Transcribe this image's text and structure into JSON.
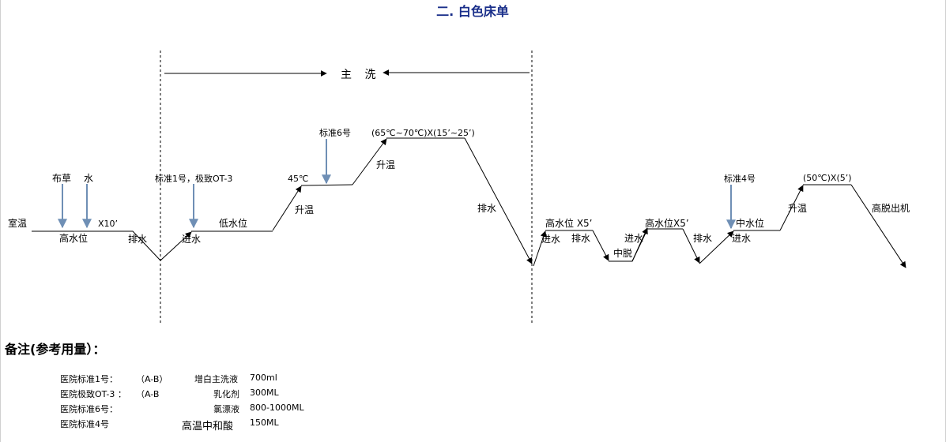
{
  "title": "二. 白色床单",
  "main_wash": "主 洗",
  "labels": {
    "room_temp": "室温",
    "linen": "布草",
    "water": "水",
    "x10": "X10’",
    "high_level_1": "高水位",
    "drain_1": "排水",
    "std1": "标准1号，极致OT-3",
    "fill_1": "进水",
    "low_level": "低水位",
    "heat_1": "升温",
    "t45": "45℃",
    "std6": "标准6号",
    "heat_2": "升温",
    "temp_range": "(65℃~70℃)X(15’~25’)",
    "drain_2": "排水",
    "high_x5_1": "高水位 X5’",
    "fill_2": "进水",
    "drain_3": "排水",
    "mid_spin": "中脱",
    "fill_3": "进水",
    "high_x5_2": "高水位X5’",
    "drain_4": "排水",
    "std4": "标准4号",
    "mid_level": "中水位",
    "fill_4": "进水",
    "heat_3": "升温",
    "t50": "(50℃)X(5’)",
    "final_spin": "高脱出机"
  },
  "notes": {
    "title": "备注(参考用量）：",
    "rows": [
      {
        "name": "医院标准1号：",
        "ratio": "（A-B）",
        "agent": "增白主洗液",
        "dose": "700ml"
      },
      {
        "name": "医院极致OT-3 ：",
        "ratio": "（A-B",
        "agent": "乳化剂",
        "dose": "300ML"
      },
      {
        "name": "医院标准6号：",
        "ratio": "",
        "agent": "氯漂液",
        "dose": "800-1000ML"
      },
      {
        "name": "医院标准4号",
        "ratio": "",
        "agent": "高温中和酸",
        "dose": "150ML"
      }
    ]
  }
}
